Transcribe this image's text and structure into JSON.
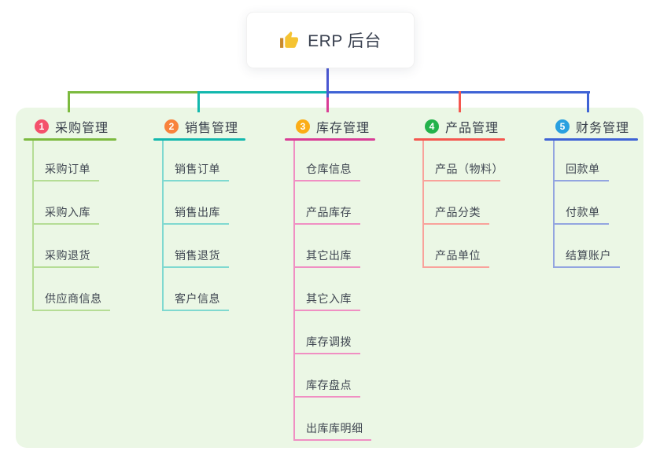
{
  "root": {
    "title": "ERP 后台",
    "icon": "thumbs-up-icon",
    "stem_color": "#4a57d2"
  },
  "panel": {
    "background": "#ebf7e5"
  },
  "branches": [
    {
      "badge": "1",
      "badge_color": "#f4516c",
      "label": "采购管理",
      "line_color": "#7cba3f",
      "child_line_color": "#b5dd95",
      "children": [
        "采购订单",
        "采购入库",
        "采购退货",
        "供应商信息"
      ]
    },
    {
      "badge": "2",
      "badge_color": "#f8823c",
      "label": "销售管理",
      "line_color": "#13b8ae",
      "child_line_color": "#7fd9d0",
      "children": [
        "销售订单",
        "销售出库",
        "销售退货",
        "客户信息"
      ]
    },
    {
      "badge": "3",
      "badge_color": "#fbad17",
      "label": "库存管理",
      "line_color": "#d93d96",
      "child_line_color": "#f08fc3",
      "children": [
        "仓库信息",
        "产品库存",
        "其它出库",
        "其它入库",
        "库存调拨",
        "库存盘点",
        "出库库明细"
      ]
    },
    {
      "badge": "4",
      "badge_color": "#23b24b",
      "label": "产品管理",
      "line_color": "#f4574f",
      "child_line_color": "#f9a29b",
      "children": [
        "产品（物料）",
        "产品分类",
        "产品单位"
      ]
    },
    {
      "badge": "5",
      "badge_color": "#29a0e0",
      "label": "财务管理",
      "line_color": "#3f63d5",
      "child_line_color": "#93a5e0",
      "children": [
        "回款单",
        "付款单",
        "结算账户"
      ]
    }
  ]
}
